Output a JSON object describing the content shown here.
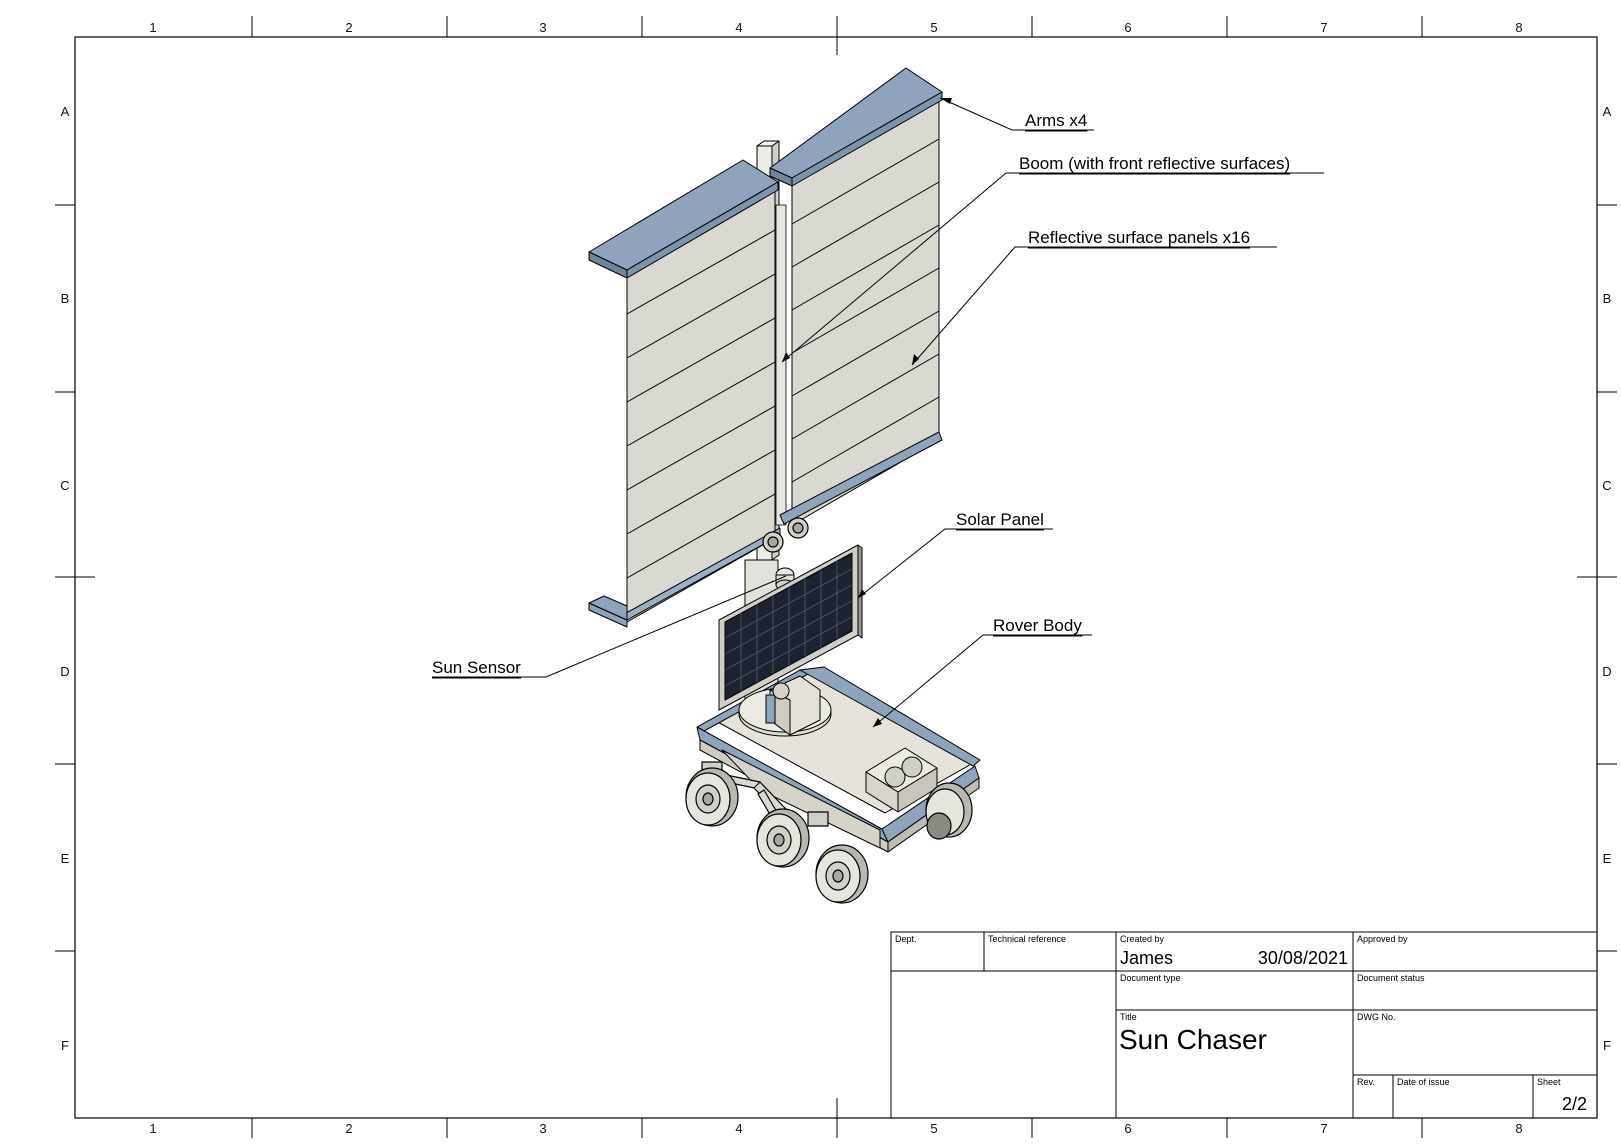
{
  "frame": {
    "columns": [
      "1",
      "2",
      "3",
      "4",
      "5",
      "6",
      "7",
      "8"
    ],
    "rows": [
      "A",
      "B",
      "C",
      "D",
      "E",
      "F"
    ]
  },
  "callouts": {
    "arms": "Arms x4",
    "boom": "Boom (with front reflective surfaces)",
    "panels": "Reflective surface panels x16",
    "solar": "Solar Panel",
    "rover": "Rover Body",
    "sensor": "Sun Sensor"
  },
  "title_block": {
    "dept_label": "Dept.",
    "tech_ref_label": "Technical reference",
    "created_by_label": "Created by",
    "created_by": "James",
    "created_date": "30/08/2021",
    "approved_by_label": "Approved by",
    "doc_type_label": "Document type",
    "doc_status_label": "Document status",
    "title_label": "Title",
    "title": "Sun Chaser",
    "dwg_no_label": "DWG No.",
    "rev_label": "Rev.",
    "date_issue_label": "Date of issue",
    "sheet_label": "Sheet",
    "sheet": "2/2"
  },
  "colors": {
    "line": "#000000",
    "steel_blue": "#8ea4bd",
    "panel_grey": "#d8d8d0",
    "body_cream": "#e4e2d8",
    "solar_dark": "#1c2230"
  }
}
